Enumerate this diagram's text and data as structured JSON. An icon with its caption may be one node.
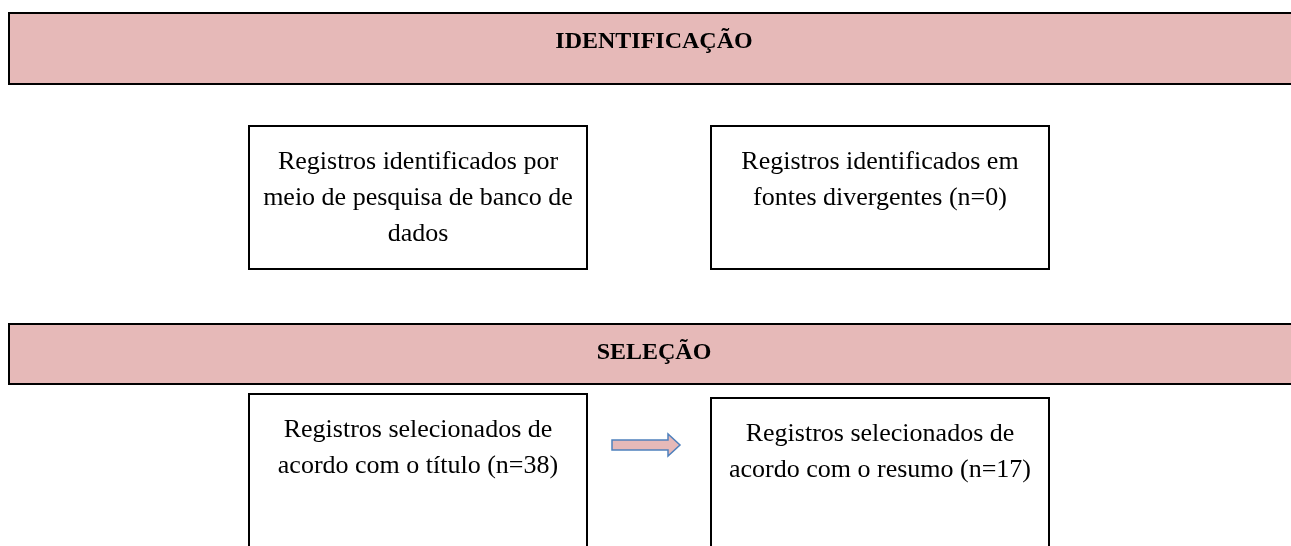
{
  "diagram": {
    "nodes": [
      {
        "text": [
          "IDENTIFICAÇÃO"
        ]
      },
      {
        "text": [
          "Registros identificados por meio de pesquisa de banco de dados"
        ]
      },
      {
        "text": [
          "Registros identificados em fontes divergentes (n=0)"
        ]
      },
      {
        "text": [
          "SELEÇÃO"
        ]
      },
      {
        "text": [
          "Registros selecionados de acordo com o título (n=38)"
        ]
      },
      {
        "text": [
          "Registros selecionados de acordo com o resumo (n=17)"
        ]
      }
    ],
    "edges": [
      {
        "from": 4,
        "to": 5,
        "arrow": "to"
      }
    ]
  }
}
